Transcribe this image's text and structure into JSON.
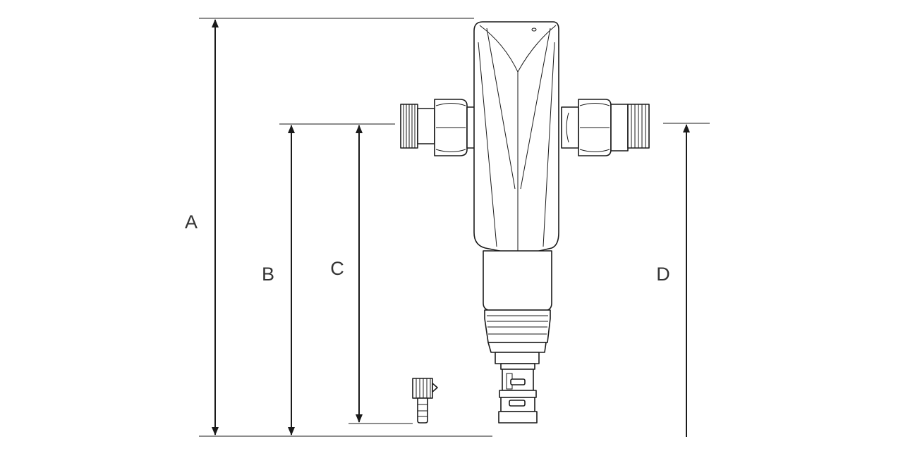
{
  "dimensions": [
    {
      "id": "A",
      "label": "A"
    },
    {
      "id": "B",
      "label": "B"
    },
    {
      "id": "C",
      "label": "C"
    },
    {
      "id": "D",
      "label": "D"
    }
  ]
}
